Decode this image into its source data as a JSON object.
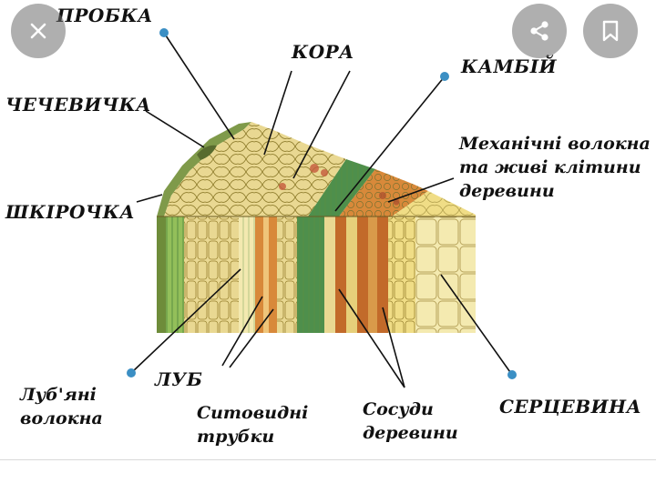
{
  "labels": {
    "probka": "ПРОБКА",
    "kora": "КОРА",
    "kambiy": "КАМБІЙ",
    "chechevychka": "ЧЕЧЕВИЧКА",
    "mekh_line1": "Механічні волокна",
    "mekh_line2": "та живі клітини",
    "mekh_line3": "деревини",
    "shkirochka": "ШКІРОЧКА",
    "lubiani_line1": "Луб'яні",
    "lubiani_line2": "волокна",
    "lub": "ЛУБ",
    "sytovydni_line1": "Ситовидні",
    "sytovydni_line2": "трубки",
    "sosudy_line1": "Сосуди",
    "sosudy_line2": "деревини",
    "sertsevyna": "СЕРЦЕВИНА"
  },
  "controls": {
    "close_icon": "close-icon",
    "share_icon": "share-icon",
    "bookmark_icon": "bookmark-icon"
  },
  "colors": {
    "cork": "#7f9a4a",
    "epidermis": "#93bf5a",
    "bark_light": "#e9d892",
    "bark_mid": "#d9c16a",
    "phloem_stripe": "#d8893a",
    "cambium": "#4e8f4c",
    "wood": "#f0dd86",
    "vessels": "#c26a2a",
    "pith": "#f4eab0",
    "pointer_dot": "#3b8fc4"
  }
}
